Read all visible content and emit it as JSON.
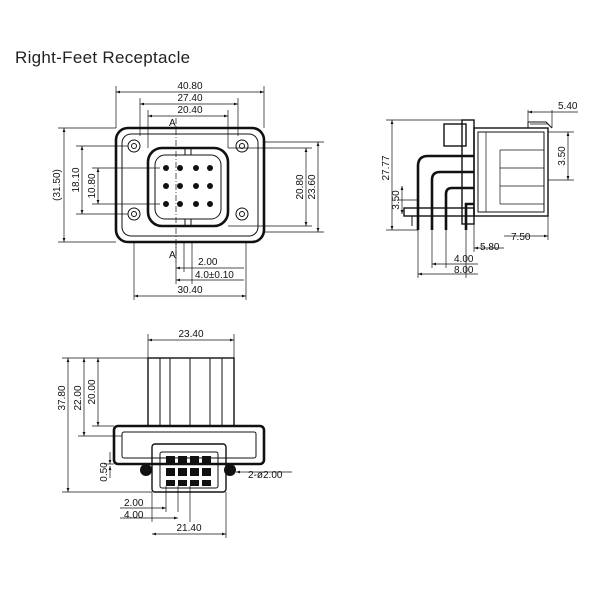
{
  "title": "Right-Feet Receptacle",
  "front_view": {
    "dims": {
      "w_40_80": "40.80",
      "w_27_40": "27.40",
      "w_20_40": "20.40",
      "h_31_50": "(31.50)",
      "h_18_10": "18.10",
      "h_10_80": "10.80",
      "h_20_80": "20.80",
      "h_23_60": "23.60",
      "pitch_2_00": "2.00",
      "pitch_4_0": "4.0±0.10",
      "w_30_40": "30.40",
      "section_a": "A"
    }
  },
  "side_view": {
    "dims": {
      "d_5_40": "5.40",
      "d_27_77": "27.77",
      "d_3_50_right": "3.50",
      "d_3_50_left": "3.50",
      "d_7_50": "7.50",
      "d_5_80": "5.80",
      "d_4_00": "4.00",
      "d_8_00": "8.00"
    }
  },
  "bottom_view": {
    "dims": {
      "w_23_40": "23.40",
      "h_37_80": "37.80",
      "h_22_00": "22.00",
      "h_20_00": "20.00",
      "h_0_50": "0.50",
      "holes": "2-ø2.00",
      "p_2_00": "2.00",
      "p_4_00": "4.00",
      "w_21_40": "21.40"
    }
  }
}
